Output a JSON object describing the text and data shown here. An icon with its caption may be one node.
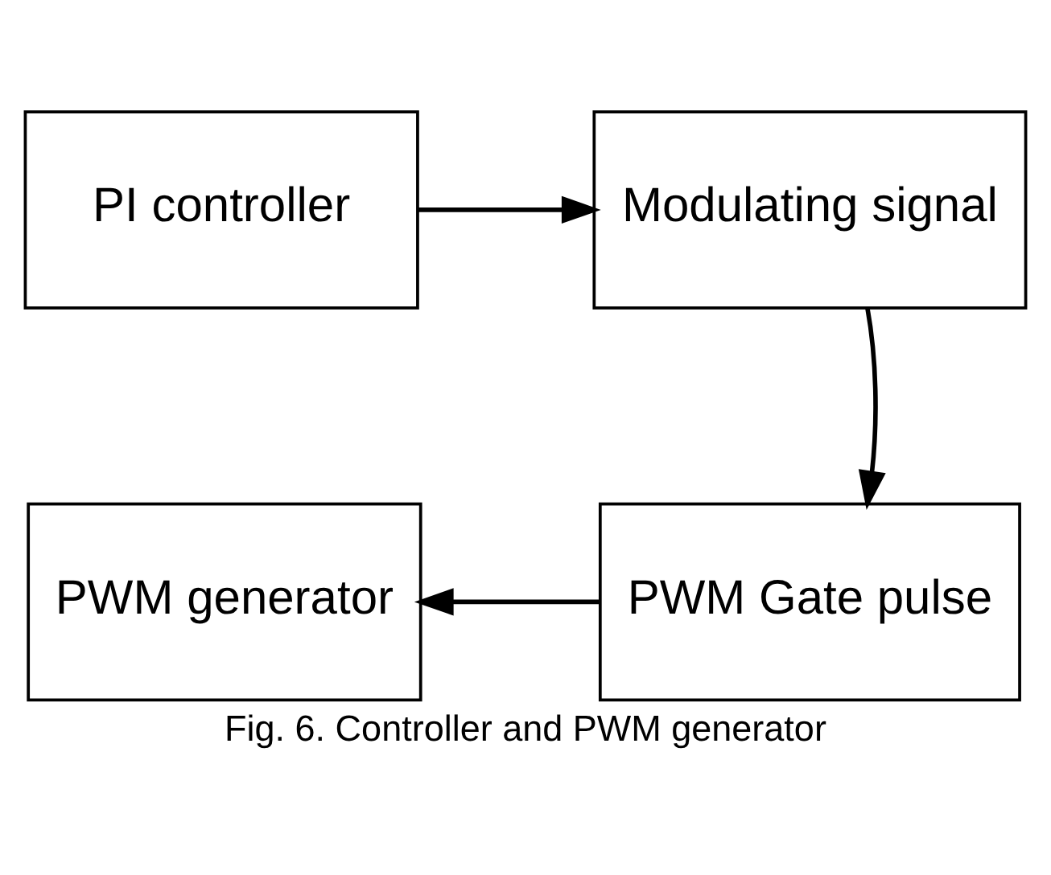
{
  "diagram": {
    "caption": "Fig. 6. Controller and PWM generator",
    "nodes": [
      {
        "text": [
          "PI controller"
        ]
      },
      {
        "text": [
          "Modulating signal"
        ]
      },
      {
        "text": [
          "PWM Gate pulse"
        ]
      },
      {
        "text": [
          "PWM generator"
        ]
      }
    ],
    "edges": [
      {
        "from": 0,
        "to": 1,
        "arrow": "to"
      },
      {
        "from": 1,
        "to": 2,
        "arrow": "to"
      },
      {
        "from": 2,
        "to": 3,
        "arrow": "to"
      }
    ]
  }
}
